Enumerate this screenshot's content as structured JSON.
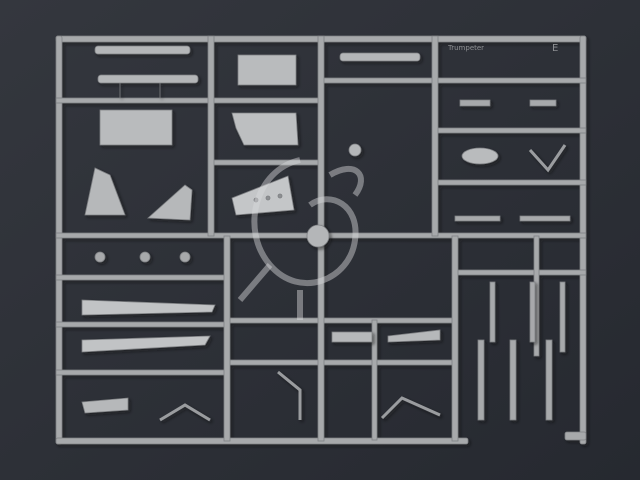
{
  "scene": {
    "subject": "plastic-model-kit-sprue",
    "colors": {
      "background": "#2e3138",
      "plastic": "#a7a9ab",
      "plastic_light": "#c4c6c8",
      "plastic_shadow": "#7f8184",
      "watermark": "#d9dadb"
    }
  },
  "sprue": {
    "molded_text": "E",
    "molded_text_small": "Trumpeter"
  },
  "watermark": {
    "icon": "dragon-icon"
  }
}
